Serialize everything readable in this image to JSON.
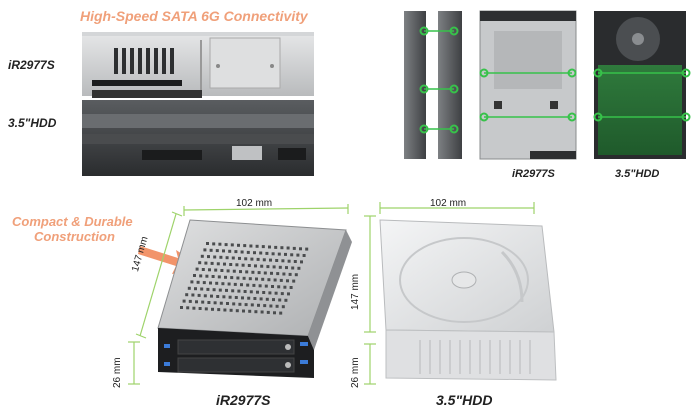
{
  "top_left": {
    "title": "High-Speed SATA 6G Connectivity",
    "label_device": "iR2977S",
    "label_hdd": "3.5\"HDD"
  },
  "top_right": {
    "caption_device": "iR2977S",
    "caption_hdd": "3.5\"HDD"
  },
  "bottom": {
    "title_line1": "Compact & Durable",
    "title_line2": "Construction",
    "device_width": "102 mm",
    "device_depth": "147 mm",
    "device_height": "26 mm",
    "hdd_width": "102 mm",
    "hdd_depth": "147 mm",
    "hdd_height": "26 mm",
    "caption_device": "iR2977S",
    "caption_hdd": "3.5\"HDD"
  },
  "colors": {
    "accent_orange": "#f0a07a",
    "guide_green": "#37c24a",
    "dimension_green": "#9ed36a",
    "metal": "#c9cbcd"
  }
}
